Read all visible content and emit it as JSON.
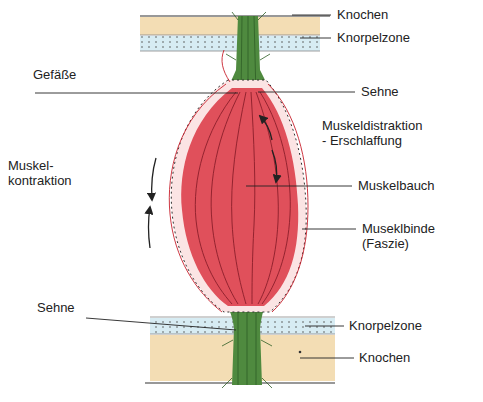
{
  "diagram": {
    "labels": [
      "Knochen",
      "Knorpelzone",
      "Gefäße",
      "Sehne",
      "Muskeldistraktion - Erschlaffung",
      "Muskel- kontraktion",
      "Muskelbauch",
      "Museklbinde (Faszie)",
      "Sehne",
      "Knorpelzone",
      "Knochen"
    ]
  }
}
